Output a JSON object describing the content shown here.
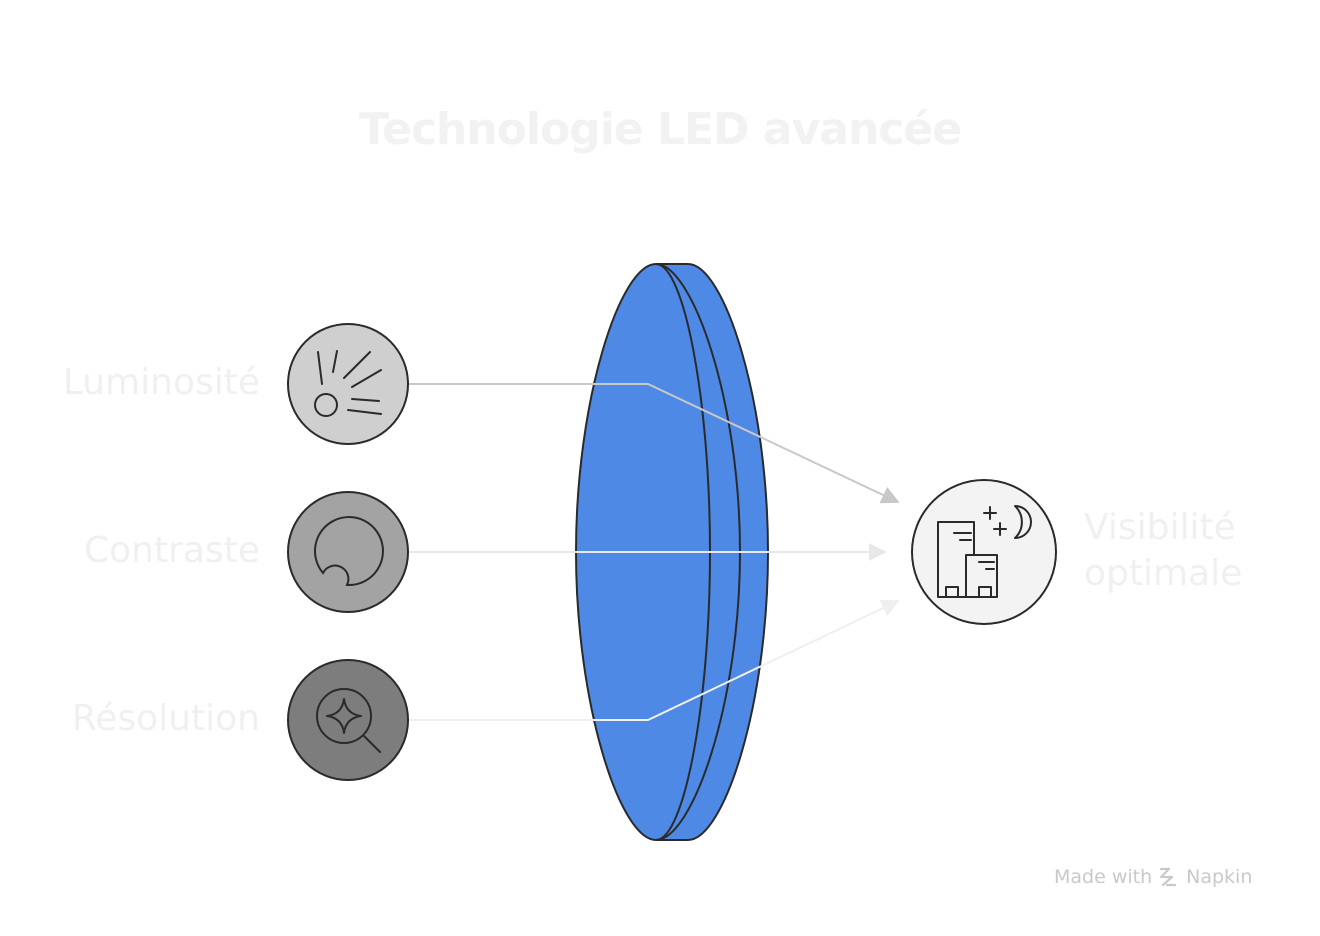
{
  "title": "Technologie LED avancée",
  "inputs": [
    {
      "label": "Luminosité",
      "icon": "sun-rays-icon",
      "color": "#cfcfcf"
    },
    {
      "label": "Contraste",
      "icon": "crescent-moon-icon",
      "color": "#a3a3a3"
    },
    {
      "label": "Résolution",
      "icon": "magnify-sparkle-icon",
      "color": "#7d7d7d"
    }
  ],
  "output": {
    "line1": "Visibilité",
    "line2": "optimale",
    "icon": "night-city-icon",
    "color": "#f3f3f3"
  },
  "lens": {
    "color": "#4f89e6"
  },
  "watermark": {
    "prefix": "Made with",
    "brand": "Napkin"
  }
}
